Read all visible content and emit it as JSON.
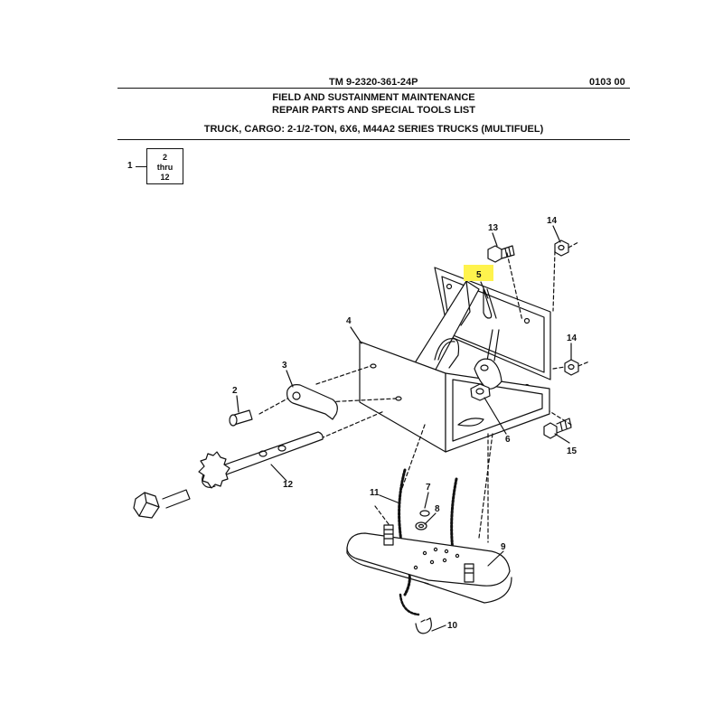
{
  "header": {
    "tm_number": "TM 9-2320-361-24P",
    "page_code": "0103 00",
    "title_line1": "FIELD AND SUSTAINMENT MAINTENANCE",
    "title_line2": "REPAIR PARTS AND SPECIAL TOOLS LIST",
    "title_line3": "TRUCK, CARGO: 2-1/2-TON, 6X6, M44A2 SERIES TRUCKS (MULTIFUEL)"
  },
  "figure_ref": {
    "item": "1",
    "range_start": "2",
    "range_word": "thru",
    "range_end": "12"
  },
  "callouts": {
    "c2": "2",
    "c3": "3",
    "c4": "4",
    "c5": "5",
    "c6": "6",
    "c7": "7",
    "c8": "8",
    "c9": "9",
    "c10": "10",
    "c11": "11",
    "c12": "12",
    "c13": "13",
    "c14a": "14",
    "c14b": "14",
    "c15": "15"
  },
  "colors": {
    "highlight": "#fff34d",
    "line": "#111111",
    "paper": "#ffffff"
  }
}
